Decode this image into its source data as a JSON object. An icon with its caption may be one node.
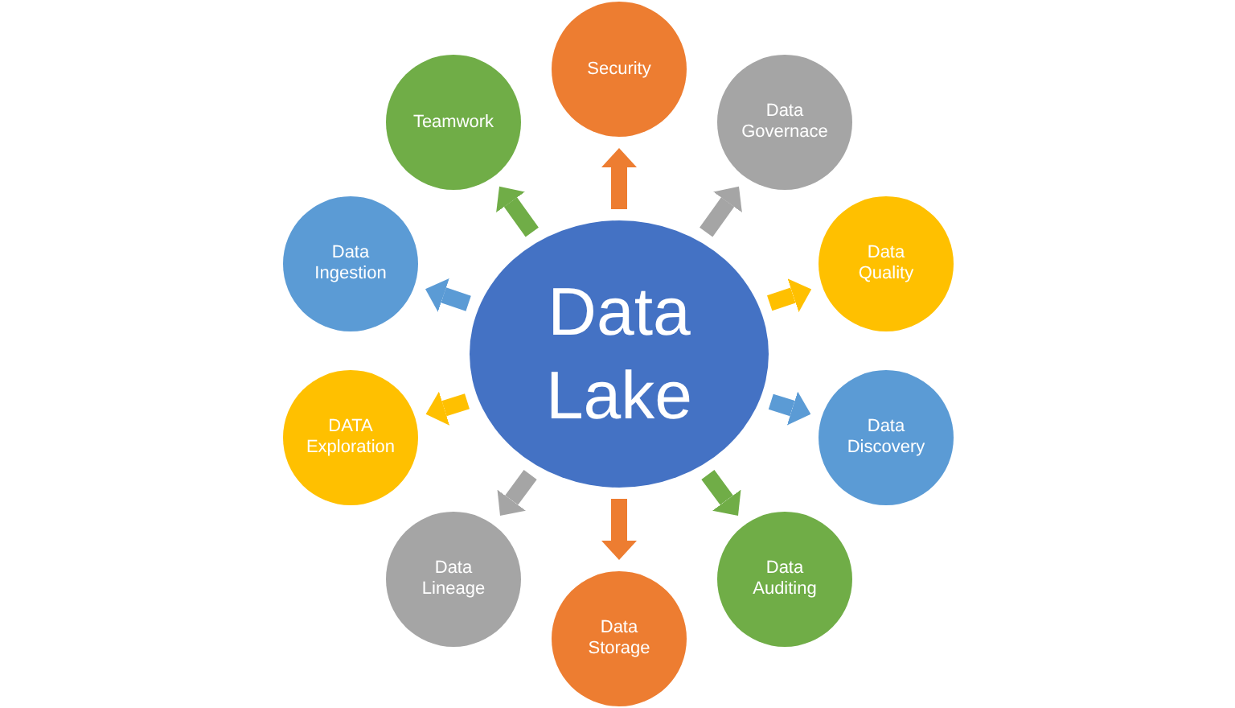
{
  "diagram": {
    "nodes": [
      {
        "text": [
          "Data Lake"
        ]
      },
      {
        "text": [
          "Security"
        ]
      },
      {
        "text": [
          "Data Governace"
        ]
      },
      {
        "text": [
          "Data Quality"
        ]
      },
      {
        "text": [
          "Data Discovery"
        ]
      },
      {
        "text": [
          "Data Auditing"
        ]
      },
      {
        "text": [
          "Data Storage"
        ]
      },
      {
        "text": [
          "Data Lineage"
        ]
      },
      {
        "text": [
          "DATA Exploration"
        ]
      },
      {
        "text": [
          "Data Ingestion"
        ]
      },
      {
        "text": [
          "Teamwork"
        ]
      }
    ],
    "edges": [
      {
        "from": 0,
        "to": 1,
        "arrow": "to",
        "color": "#ed7d31"
      },
      {
        "from": 0,
        "to": 2,
        "arrow": "to",
        "color": "#a5a5a5"
      },
      {
        "from": 0,
        "to": 3,
        "arrow": "to",
        "color": "#ffc000"
      },
      {
        "from": 0,
        "to": 4,
        "arrow": "to",
        "color": "#5b9bd5"
      },
      {
        "from": 0,
        "to": 5,
        "arrow": "to",
        "color": "#70ad47"
      },
      {
        "from": 0,
        "to": 6,
        "arrow": "to",
        "color": "#ed7d31"
      },
      {
        "from": 0,
        "to": 7,
        "arrow": "to",
        "color": "#a5a5a5"
      },
      {
        "from": 0,
        "to": 8,
        "arrow": "to",
        "color": "#ffc000"
      },
      {
        "from": 0,
        "to": 9,
        "arrow": "to",
        "color": "#5b9bd5"
      },
      {
        "from": 0,
        "to": 10,
        "arrow": "to",
        "color": "#70ad47"
      }
    ]
  }
}
